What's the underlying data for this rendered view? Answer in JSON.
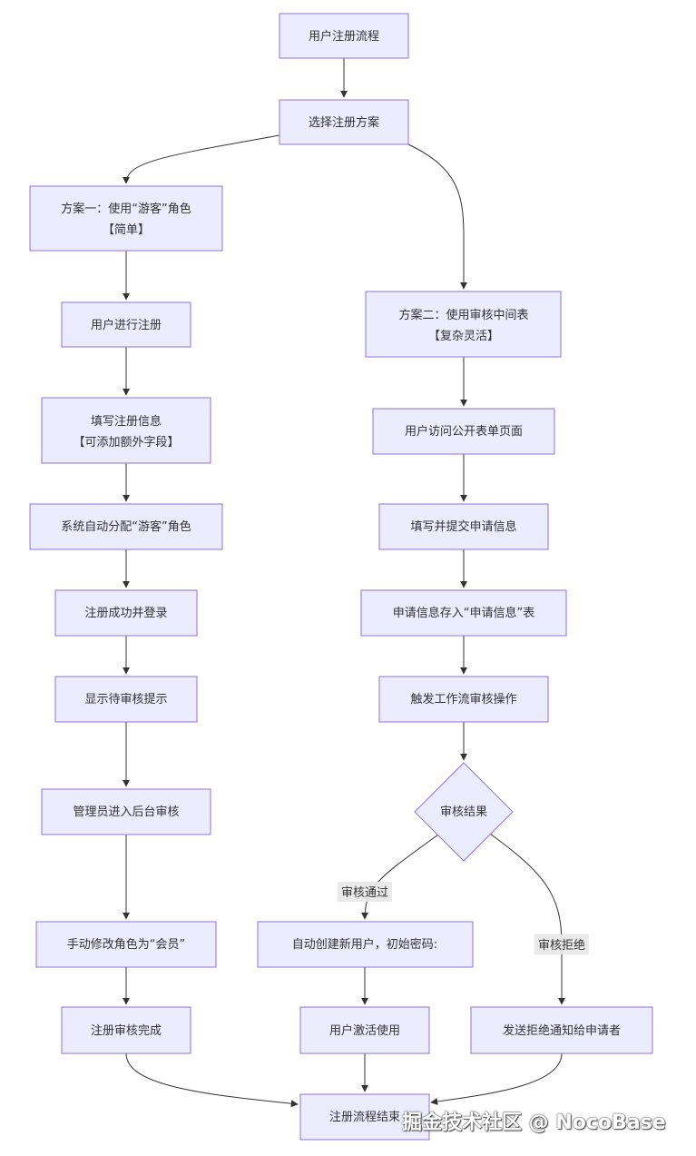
{
  "nodes": {
    "start": [
      "用户注册流程"
    ],
    "choose": [
      "选择注册方案"
    ],
    "plan1": [
      "方案一：使用“游客”角色",
      "【简单】"
    ],
    "user_register": [
      "用户进行注册"
    ],
    "fill_info": [
      "填写注册信息",
      "【可添加额外字段】"
    ],
    "auto_assign": [
      "系统自动分配“游客”角色"
    ],
    "login": [
      "注册成功并登录"
    ],
    "pending": [
      "显示待审核提示"
    ],
    "admin_review": [
      "管理员进入后台审核"
    ],
    "manual_change": [
      "手动修改角色为“会员”"
    ],
    "review_done": [
      "注册审核完成"
    ],
    "plan2": [
      "方案二：使用审核中间表",
      "【复杂灵活】"
    ],
    "visit_form": [
      "用户访问公开表单页面"
    ],
    "submit": [
      "填写并提交申请信息"
    ],
    "store": [
      "申请信息存入“申请信息”表"
    ],
    "trigger": [
      "触发工作流审核操作"
    ],
    "result": [
      "审核结果"
    ],
    "create_user": [
      "自动创建新用户，初始密码:"
    ],
    "activate": [
      "用户激活使用"
    ],
    "reject_notice": [
      "发送拒绝通知给申请者"
    ],
    "end": [
      "注册流程结束"
    ]
  },
  "edge_labels": {
    "approved": "审核通过",
    "rejected": "审核拒绝"
  },
  "watermark": "掘金技术社区 @ NocoBase"
}
